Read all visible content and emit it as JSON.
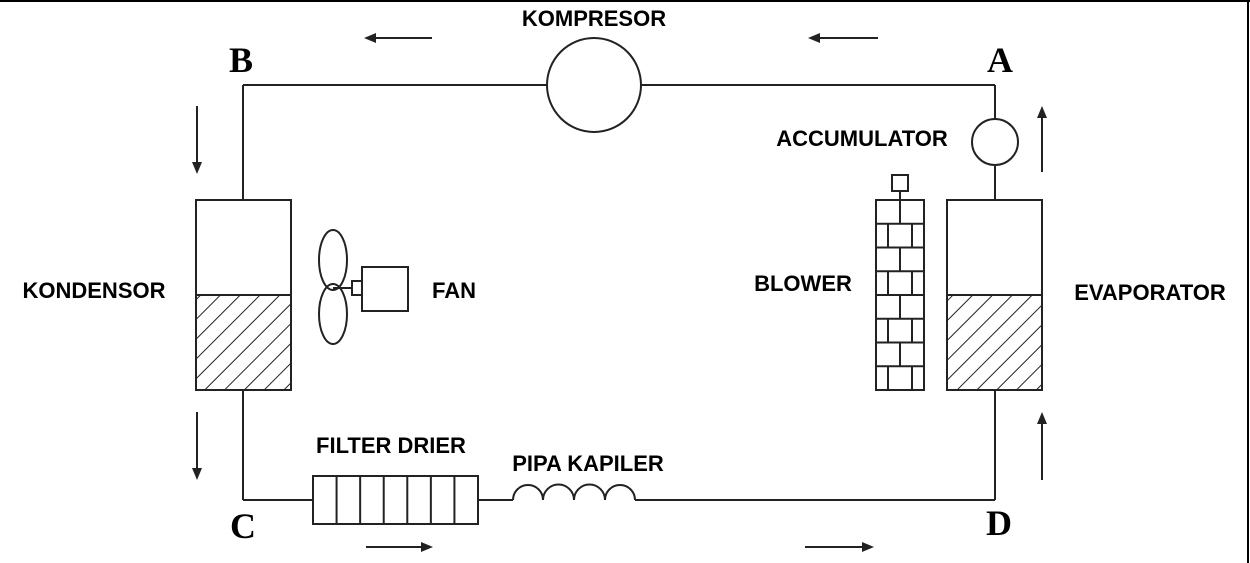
{
  "nodes": {
    "a": "A",
    "b": "B",
    "c": "C",
    "d": "D"
  },
  "components": {
    "kompresor": "KOMPRESOR",
    "accumulator": "ACCUMULATOR",
    "kondensor": "KONDENSOR",
    "fan": "FAN",
    "blower": "BLOWER",
    "evaporator": "EVAPORATOR",
    "filter_drier": "FILTER DRIER",
    "pipa_kapiler": "PIPA KAPILER"
  }
}
